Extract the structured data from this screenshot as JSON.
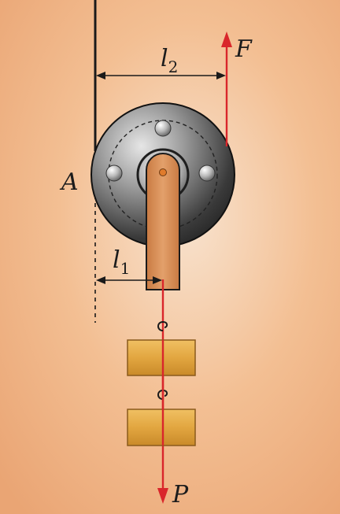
{
  "labels": {
    "force_top": "F",
    "force_bottom": "P",
    "point": "A",
    "arm_long_letter": "l",
    "arm_long_index": "2",
    "arm_short_letter": "l",
    "arm_short_index": "1"
  },
  "colors": {
    "background_center": "#f8e3cf",
    "background_mid": "#f3bf93",
    "background_edge": "#eaa574",
    "force_line": "#d9262b",
    "rope": "#1a1a1a",
    "dimension_line": "#1a1a1a",
    "pulley_dark": "#2b2b2b",
    "pulley_light": "#cfcfcf",
    "bracket": "#d7894f",
    "weight_fill": "#e2a640",
    "weight_border": "#8a5a1c"
  }
}
